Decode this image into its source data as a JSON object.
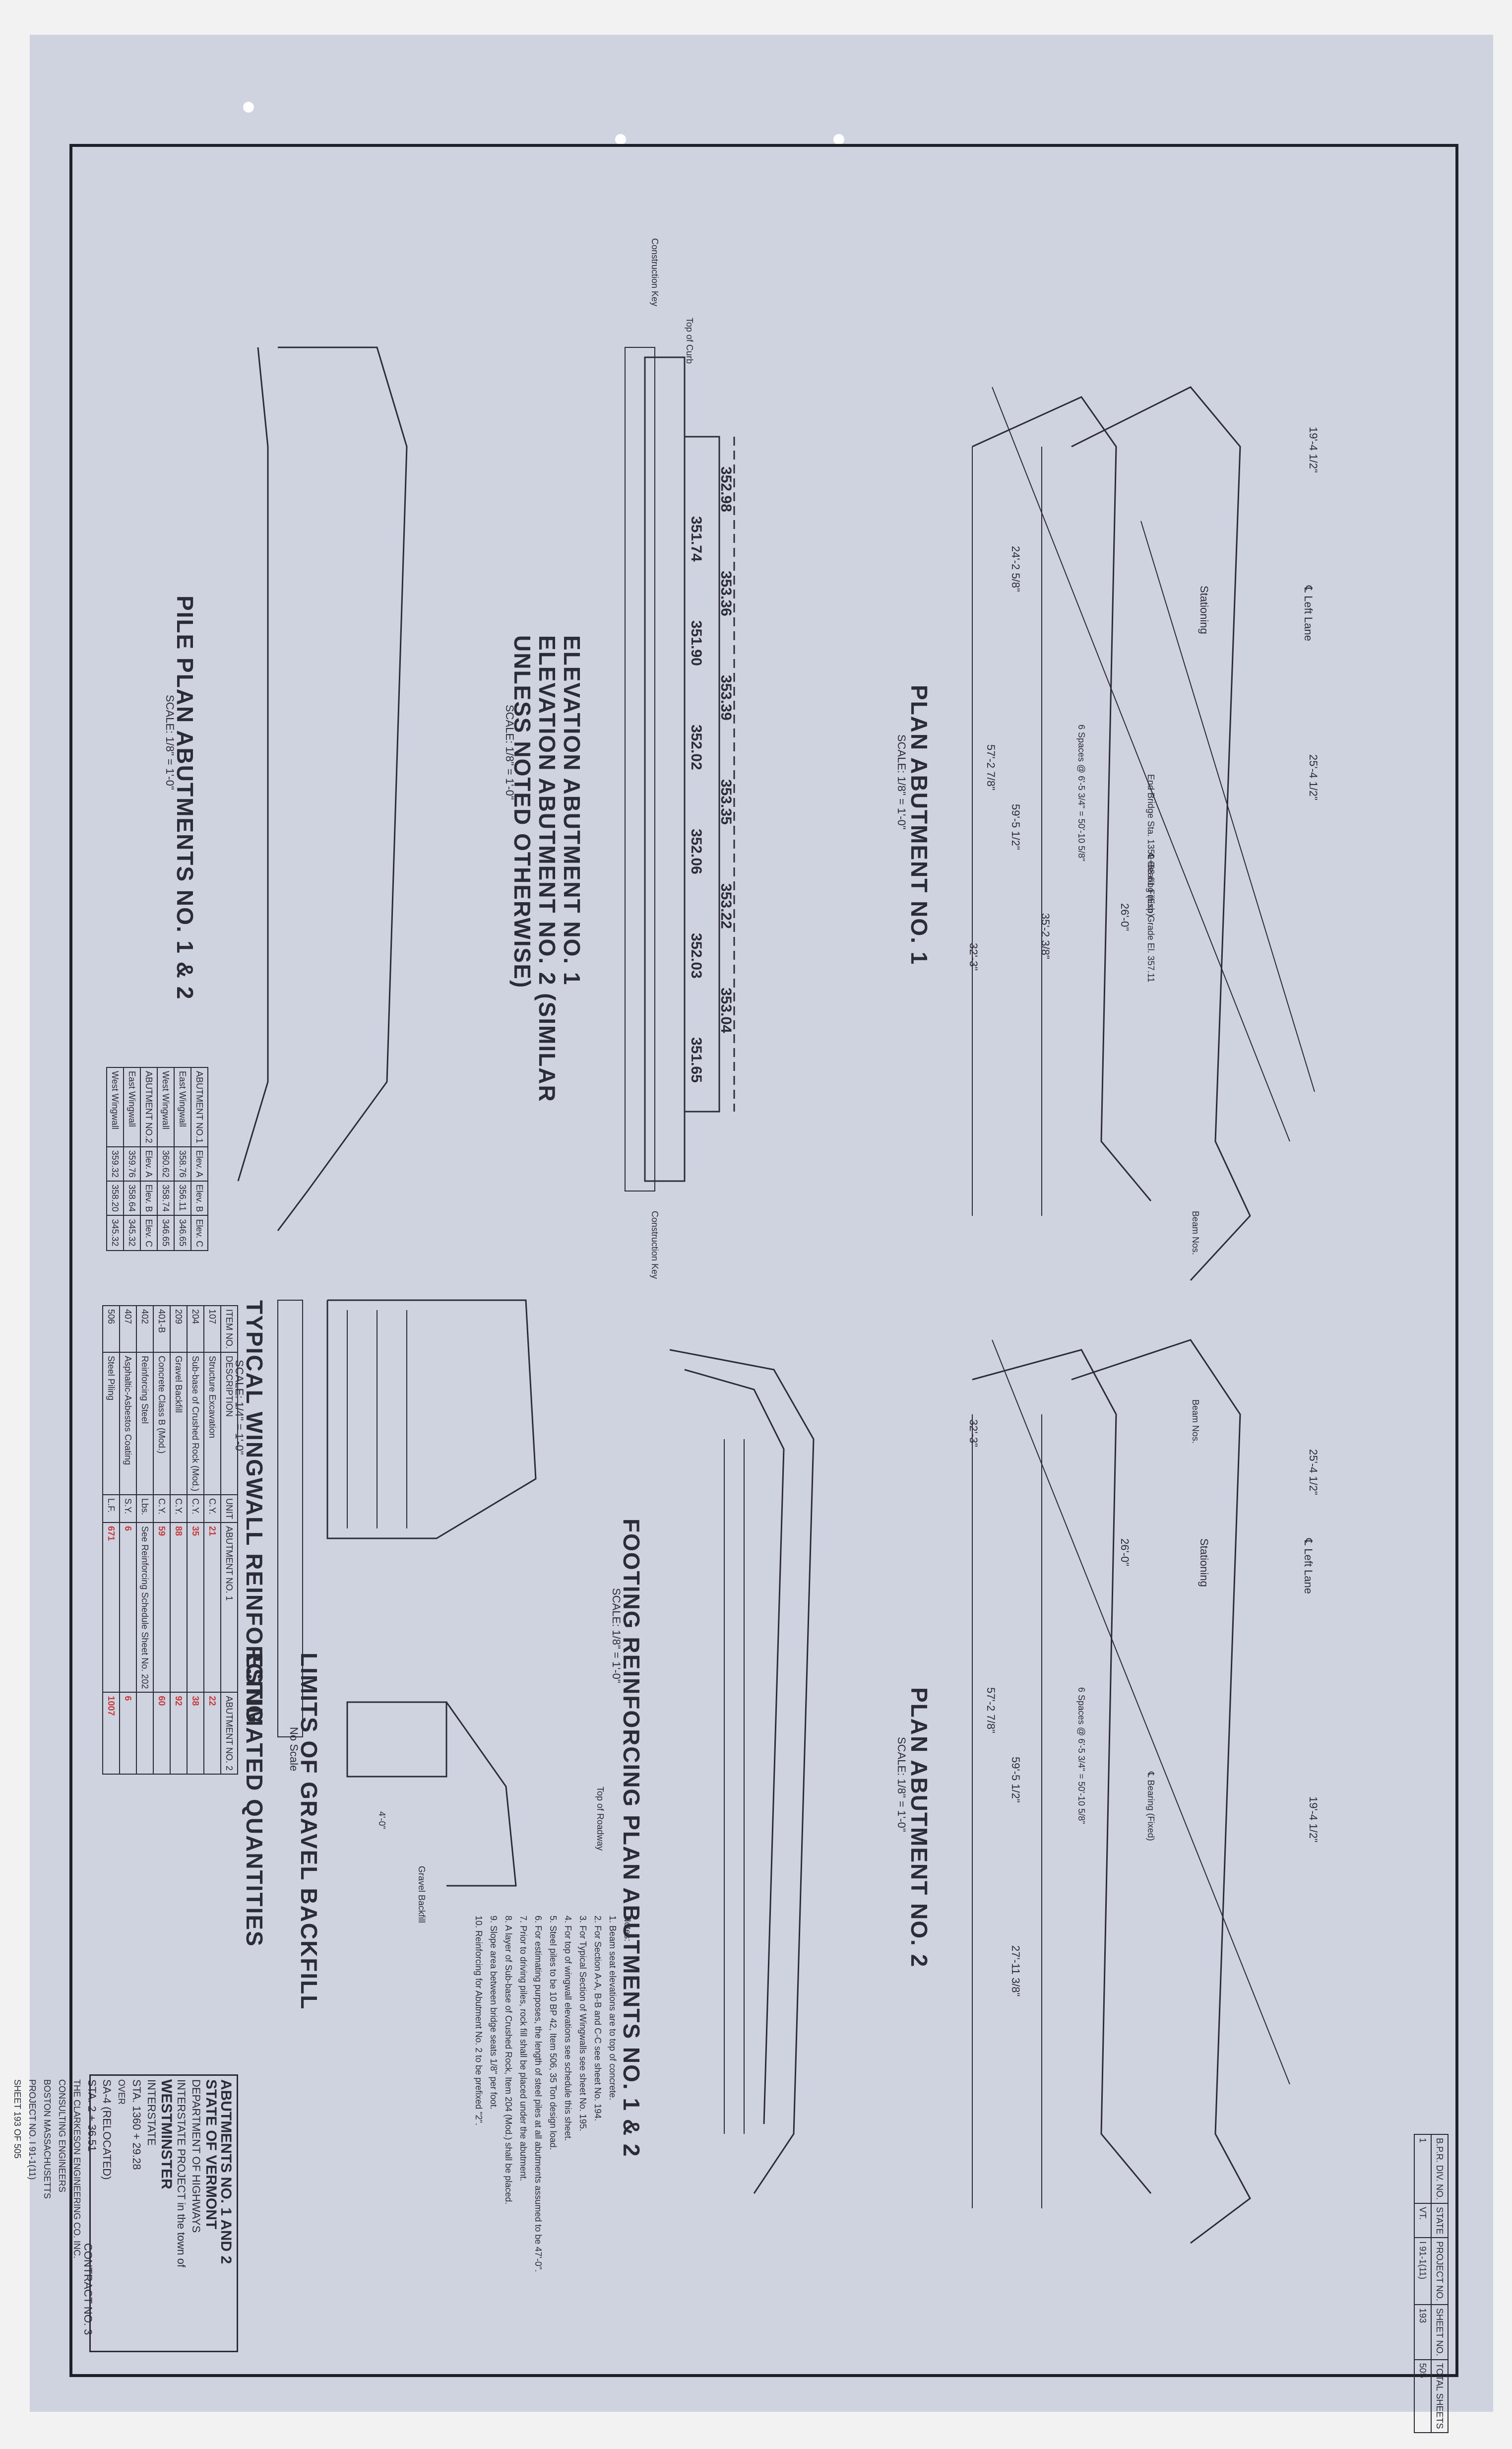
{
  "headings": {
    "plan1_title": "PLAN ABUTMENT NO. 1",
    "plan1_scale": "SCALE: 1/8\" = 1'-0\"",
    "plan2_title": "PLAN ABUTMENT NO. 2",
    "plan2_scale": "SCALE: 1/8\" = 1'-0\"",
    "elev_title1": "ELEVATION ABUTMENT NO. 1",
    "elev_title2": "ELEVATION ABUTMENT NO. 2 (SIMILAR",
    "elev_title3": "UNLESS NOTED OTHERWISE)",
    "elev_scale": "SCALE: 1/8\" = 1'-0\"",
    "pile_title": "PILE PLAN ABUTMENTS NO. 1 & 2",
    "pile_scale": "SCALE: 1/8\" = 1'-0\"",
    "wing_title": "TYPICAL WINGWALL REINFORCING",
    "wing_scale": "SCALE: 1/4\" = 1'-0\"",
    "footing_title": "FOOTING REINFORCING PLAN ABUTMENTS NO. 1 & 2",
    "footing_scale": "SCALE: 1/8\" = 1'-0\"",
    "gravel_title": "LIMITS OF GRAVEL BACKFILL",
    "gravel_scale": "No Scale",
    "qty_title": "ESTIMATED QUANTITIES"
  },
  "labels": {
    "left_lane": "℄ Left Lane",
    "stationing": "Stationing",
    "end_bridge": "End Bridge Sta. 1359+88.61 Finish Grade El. 357.11",
    "bearing_exp": "℄ Bearing (Exp)",
    "bearing_fixed": "℄ Bearing (Fixed)",
    "beam_nos": "Beam Nos.",
    "construction_key": "Construction Key",
    "top_of_curb": "Top of Curb",
    "gravel_backfill": "Gravel Backfill",
    "top_roadway": "Top of Roadway",
    "dim_4ft": "4'-0\""
  },
  "pile_table": {
    "headers": [
      "",
      "Elev. A",
      "Elev. B",
      "Elev. C"
    ],
    "rows": [
      [
        "ABUTMENT NO.1",
        "Elev. A",
        "Elev. B",
        "Elev. C"
      ],
      [
        "East Wingwall",
        "358.76",
        "356.11",
        "346.65"
      ],
      [
        "West Wingwall",
        "360.62",
        "358.74",
        "346.65"
      ],
      [
        "ABUTMENT NO.2",
        "Elev. A",
        "Elev. B",
        "Elev. C"
      ],
      [
        "East Wingwall",
        "359.76",
        "358.64",
        "345.32"
      ],
      [
        "West Wingwall",
        "359.32",
        "358.20",
        "345.32"
      ]
    ]
  },
  "quantities": {
    "headers": [
      "ITEM NO.",
      "DESCRIPTION",
      "UNIT",
      "ABUTMENT NO. 1",
      "ABUTMENT NO. 2"
    ],
    "rows": [
      [
        "107",
        "Structure Excavation",
        "C.Y.",
        "21",
        "22"
      ],
      [
        "204",
        "Sub-base of Crushed Rock (Mod.)",
        "C.Y.",
        "35",
        "38"
      ],
      [
        "209",
        "Gravel Backfill",
        "C.Y.",
        "88",
        "92"
      ],
      [
        "401-B",
        "Concrete Class B (Mod.)",
        "C.Y.",
        "59",
        "60"
      ],
      [
        "402",
        "Reinforcing Steel",
        "Lbs.",
        "See Reinforcing Schedule Sheet No. 202",
        ""
      ],
      [
        "407",
        "Asphaltic-Asbestos Coating",
        "S.Y.",
        "6",
        "6"
      ],
      [
        "506",
        "Steel Piling",
        "L.F.",
        "671",
        "1007"
      ]
    ]
  },
  "notes": {
    "title": "Notes:",
    "items": [
      "1. Beam seat elevations are to top of concrete.",
      "2. For Section A-A, B-B and C-C see sheet No. 194.",
      "3. For Typical Section of Wingwalls see sheet No. 195.",
      "4. For top of wingwall elevations see schedule this sheet.",
      "5. Steel piles to be 10 BP 42, Item 506, 35 Ton design load.",
      "6. For estimating purposes, the length of steel piles at all abutments assumed to be 47'-0\".",
      "7. Prior to driving piles, rock fill shall be placed under the abutment.",
      "8. A layer of Sub-base of Crushed Rock, Item 204 (Mod.) shall be placed.",
      "9. Slope area between bridge seats 1/8\" per foot.",
      "10. Reinforcing for Abutment No. 2 to be prefixed \"2\"."
    ]
  },
  "title_block": {
    "title": "ABUTMENTS NO. 1 AND 2",
    "state": "STATE OF VERMONT",
    "dept": "DEPARTMENT OF HIGHWAYS",
    "project": "INTERSTATE PROJECT in the town of",
    "town": "WESTMINSTER",
    "interstate": "INTERSTATE",
    "over": "OVER",
    "route": "SA-4 (RELOCATED)",
    "sta1": "STA. 1360 + 29.28",
    "sta2": "STA. 2 + 36.51",
    "engineer": "THE CLARKESON ENGINEERING CO. INC.",
    "engineer2": "CONSULTING ENGINEERS",
    "city": "BOSTON MASSACHUSETTS",
    "project_no": "PROJECT NO. I 91-1(11)",
    "sheet": "SHEET 193 OF 505",
    "contract": "CONTRACT NO. 3"
  },
  "corner_block": {
    "headers": [
      "B.P.R. DIV. NO.",
      "STATE",
      "PROJECT NO.",
      "SHEET NO.",
      "TOTAL SHEETS"
    ],
    "values": [
      "1",
      "VT.",
      "I 91-1(11)",
      "193",
      "505"
    ]
  },
  "dims": {
    "d1": "57'-2 7/8\"",
    "d2": "32'-3\"",
    "d3": "26'-0\"",
    "d4": "19'-4 1/2\"",
    "d5": "25'-4 1/2\"",
    "d6": "59'-5 1/2\"",
    "d7": "27'-11 3/8\"",
    "d8": "24'-2 5/8\"",
    "d9": "35'-2 3/8\"",
    "d10": "6 Spaces @ 6'-5 3/4\" = 50'-10 5/8\"",
    "e1": "352.98",
    "e2": "353.36",
    "e3": "353.39",
    "e4": "353.35",
    "e5": "353.22",
    "e6": "353.04",
    "e7": "351.74",
    "e8": "351.90",
    "e9": "352.02",
    "e10": "352.06",
    "e11": "352.03",
    "e12": "351.65"
  }
}
